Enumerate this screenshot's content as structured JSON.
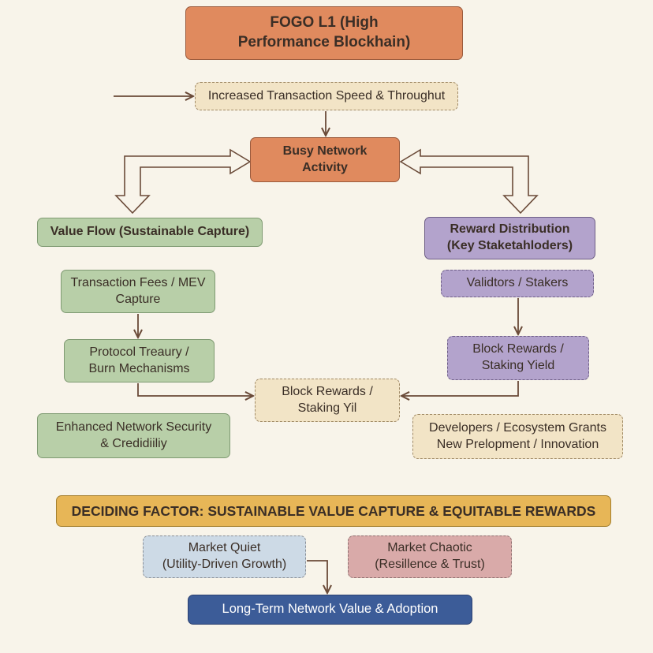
{
  "diagram": {
    "title": "FOGO L1 (High Performance Blockhain)",
    "title_line1": "FOGO L1 (High",
    "title_line2": "Performance Blockhain)",
    "speed": "Increased Transaction Speed & Throughut",
    "busy_line1": "Busy Network",
    "busy_line2": "Activity",
    "value_flow": "Value Flow (Sustainable Capture)",
    "reward_dist_line1": "Reward Distribution",
    "reward_dist_line2": "(Key Staketahloders)",
    "fees_line1": "Transaction Fees / MEV",
    "fees_line2": "Capture",
    "validators": "Validtors / Stakers",
    "treasury_line1": "Protocol Treaury /",
    "treasury_line2": "Burn Mechanisms",
    "block_rewards_right_line1": "Block Rewards /",
    "block_rewards_right_line2": "Staking Yield",
    "block_rewards_center_line1": "Block Rewards /",
    "block_rewards_center_line2": "Staking Yil",
    "security_line1": "Enhanced Network Security",
    "security_line2": "& Credidiiliy",
    "developers_line1": "Developers / Ecosystem Grants",
    "developers_line2": "New Prelopment / Innovation",
    "deciding_factor": "DECIDING FACTOR: SUSTAINABLE VALUE CAPTURE & EQUITABLE REWARDS",
    "market_quiet_line1": "Market Quiet",
    "market_quiet_line2": "(Utility-Driven Growth)",
    "market_chaotic_line1": "Market Chaotic",
    "market_chaotic_line2": "(Resillence & Trust)",
    "long_term": "Long-Term Network Value & Adoption"
  },
  "colors": {
    "background": "#f8f4ea",
    "orange": "#e08a5e",
    "cream": "#f2e4c6",
    "green": "#b8cfa8",
    "purple": "#b3a3cc",
    "yellow": "#e7b657",
    "light_blue": "#cddae6",
    "pink": "#d9aaa9",
    "navy": "#3c5c98",
    "connector": "#6a4a38"
  }
}
